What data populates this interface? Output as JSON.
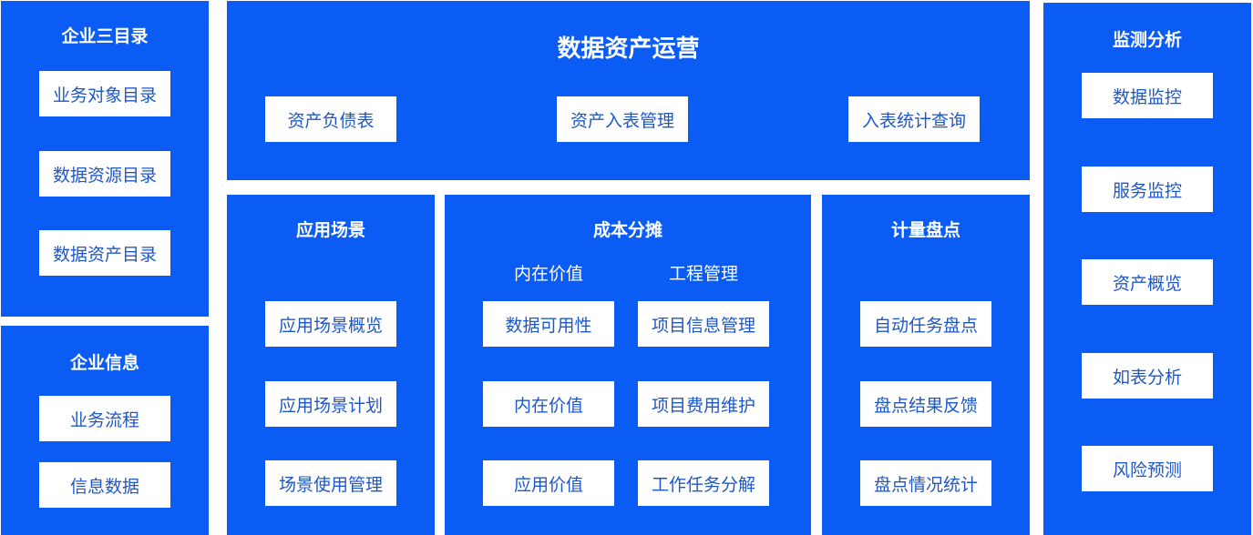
{
  "colors": {
    "panel": "#0a5cf5",
    "box": "#ffffff",
    "box_text": "#1f57c8",
    "title": "#ffffff"
  },
  "catalog": {
    "title": "企业三目录",
    "items": [
      "业务对象目录",
      "数据资源目录",
      "数据资产目录"
    ]
  },
  "enterprise_info": {
    "title": "企业信息",
    "items": [
      "业务流程",
      "信息数据"
    ]
  },
  "operations": {
    "title": "数据资产运营",
    "items": [
      "资产负债表",
      "资产入表管理",
      "入表统计查询"
    ]
  },
  "scenarios": {
    "title": "应用场景",
    "items": [
      "应用场景概览",
      "应用场景计划",
      "场景使用管理"
    ]
  },
  "cost": {
    "title": "成本分摊",
    "columns": [
      {
        "heading": "内在价值",
        "items": [
          "数据可用性",
          "内在价值",
          "应用价值"
        ]
      },
      {
        "heading": "工程管理",
        "items": [
          "项目信息管理",
          "项目费用维护",
          "工作任务分解"
        ]
      }
    ]
  },
  "inventory": {
    "title": "计量盘点",
    "items": [
      "自动任务盘点",
      "盘点结果反馈",
      "盘点情况统计"
    ]
  },
  "monitor": {
    "title": "监测分析",
    "items": [
      "数据监控",
      "服务监控",
      "资产概览",
      "如表分析",
      "风险预测"
    ]
  }
}
